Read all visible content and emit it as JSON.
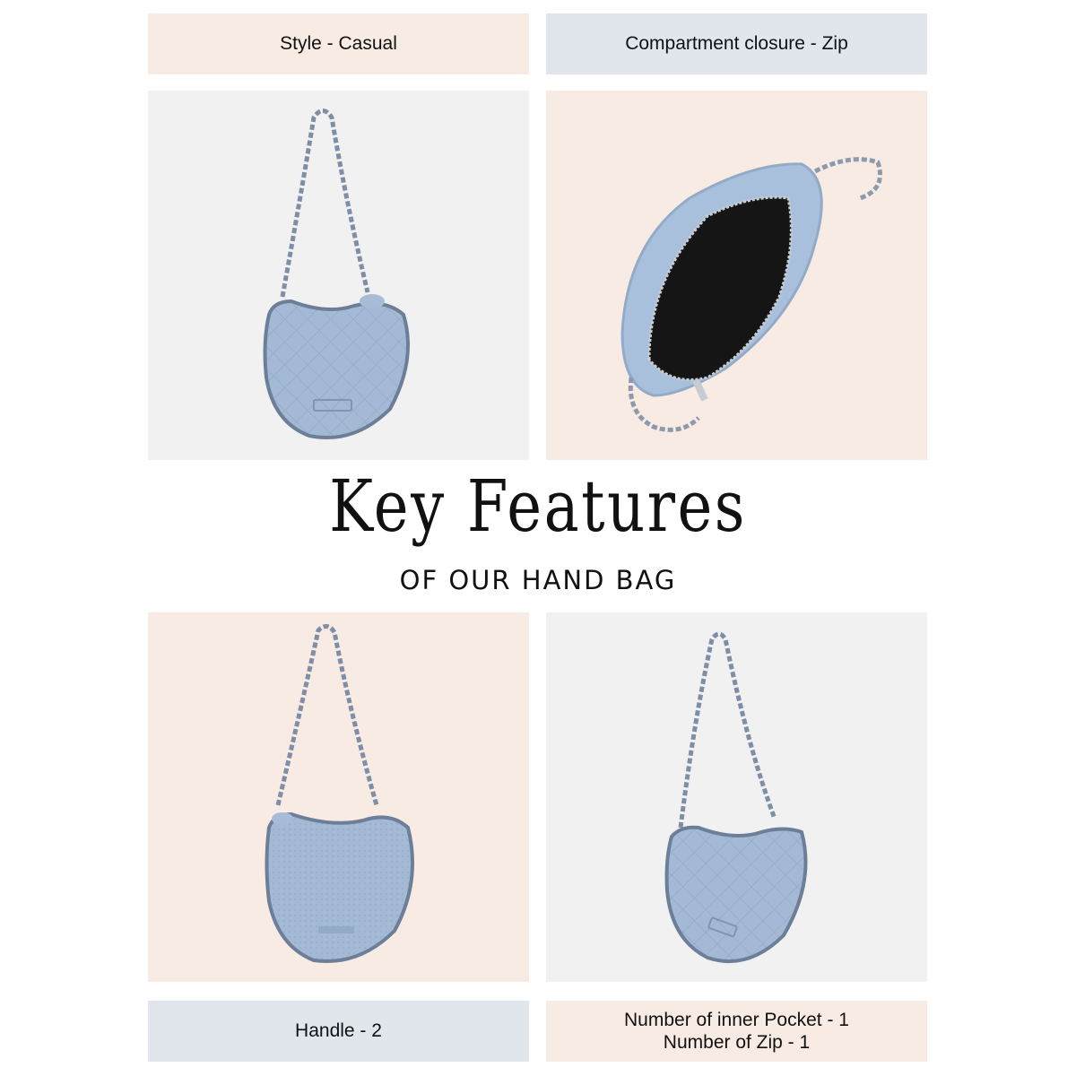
{
  "features": {
    "top_left": "Style - Casual",
    "top_right": "Compartment closure - Zip",
    "bottom_left": "Handle - 2",
    "bottom_right_line1": "Number of inner Pocket - 1",
    "bottom_right_line2": "Number of Zip - 1"
  },
  "heading": {
    "title": "Key Features",
    "subtitle": "OF OUR HAND BAG"
  },
  "images": [
    {
      "view": "front view with chain strap",
      "background": "grey"
    },
    {
      "view": "open top view showing black interior and zip",
      "background": "peach"
    },
    {
      "view": "back view with chain strap",
      "background": "peach"
    },
    {
      "view": "angled side view with chain strap",
      "background": "grey"
    }
  ],
  "colors": {
    "peach": "#f8ebe4",
    "blue_grey": "#e1e6ed",
    "light_grey": "#f1f1f1",
    "denim": "#9fb6d2",
    "text": "#111111"
  }
}
